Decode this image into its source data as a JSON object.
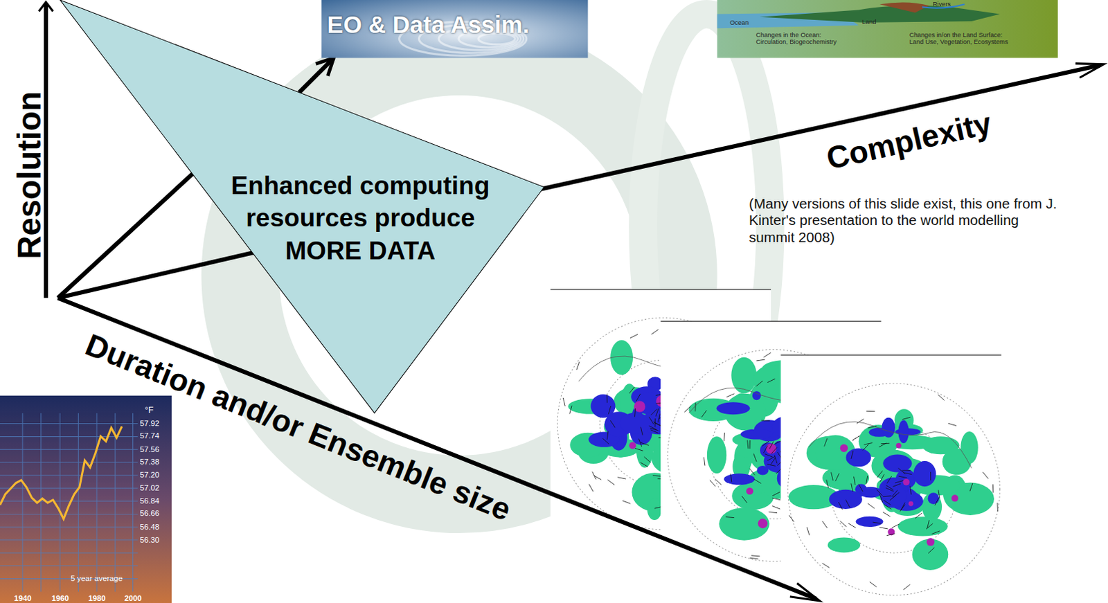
{
  "diagram": {
    "nodes": [
      {
        "text": [
          "EO & Data Assim."
        ]
      },
      {
        "text": [
          "Rivers",
          "Ocean",
          "Land",
          "Changes in the Ocean: Circulation, Biogeochemistry",
          "Changes in/on the Land Surface: Land Use, Vegetation, Ecosystems"
        ]
      },
      {
        "text": [
          "Enhanced computing resources produce MORE DATA"
        ]
      }
    ],
    "edges": [
      {
        "from": 2,
        "to": 0,
        "arrow": "to"
      }
    ],
    "labels": [
      "Resolution",
      "Complexity",
      "Duration and/or Ensemble size",
      "(Many versions of this slide exist, this one from J. Kinter's presentation to the world modelling summit 2008)",
      "°F",
      "57.92",
      "57.74",
      "57.56",
      "57.38",
      "57.20",
      "57.02",
      "56.84",
      "56.66",
      "56.48",
      "56.30",
      "5 year average",
      "1940",
      "1960",
      "1980",
      "2000"
    ]
  }
}
